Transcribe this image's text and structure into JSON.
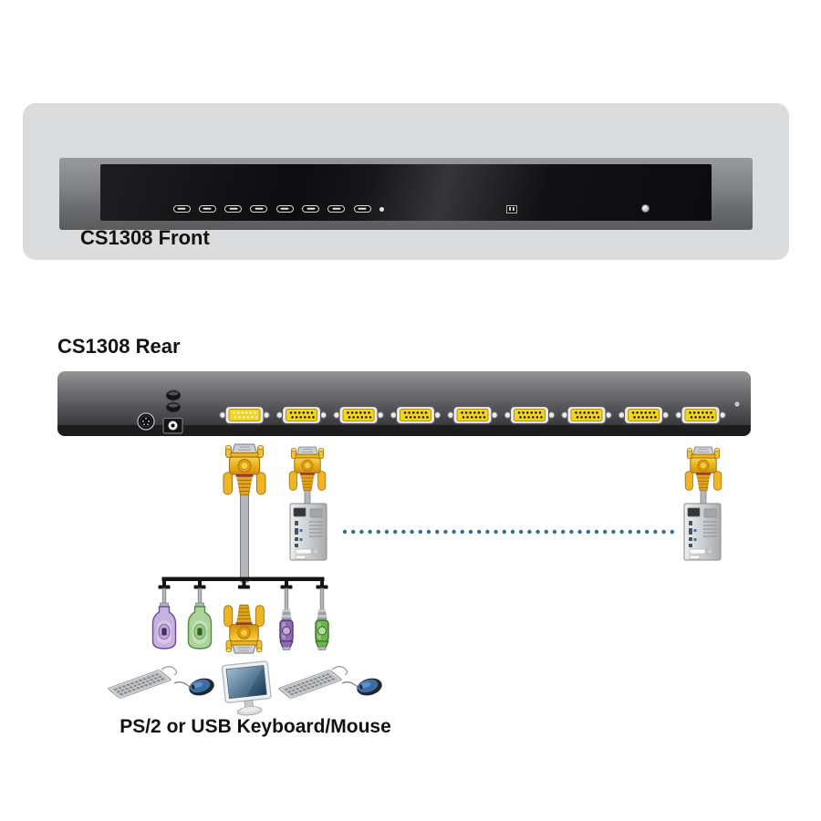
{
  "front": {
    "title": "CS1308 Front",
    "port_button_count": 8
  },
  "rear": {
    "title": "CS1308 Rear",
    "vga_port_count": 9,
    "console_port_index": 0,
    "port_yellow": "#f2d41c"
  },
  "diagram": {
    "caption": "PS/2 or USB Keyboard/Mouse",
    "dotted_line": {
      "dot_count": 40,
      "color": "#2e6f94"
    },
    "cable_connectors": [
      {
        "type": "usb",
        "color_name": "purple",
        "name": "usb-keyboard-connector",
        "body": "#c6b2dc",
        "line": "#6a4a9a",
        "ring": "#b49cd2",
        "glyph": "#4a2a6a"
      },
      {
        "type": "usb",
        "color_name": "green",
        "name": "usb-mouse-connector",
        "body": "#aed29c",
        "line": "#4e8c3c",
        "ring": "#8cc478",
        "glyph": "#2e6020"
      },
      {
        "type": "vga",
        "color_name": "yellow",
        "name": "vga-console-connector"
      },
      {
        "type": "ps2",
        "color_name": "purple",
        "name": "ps2-keyboard-connector",
        "body": "#8f6cb2",
        "line": "#4a2e6e",
        "ring": "#c0aed8",
        "glyph": "#3a2258"
      },
      {
        "type": "ps2",
        "color_name": "green",
        "name": "ps2-mouse-connector",
        "body": "#6cb24e",
        "line": "#2e6e1e",
        "ring": "#b4dca0",
        "glyph": "#1e4e12"
      }
    ]
  }
}
